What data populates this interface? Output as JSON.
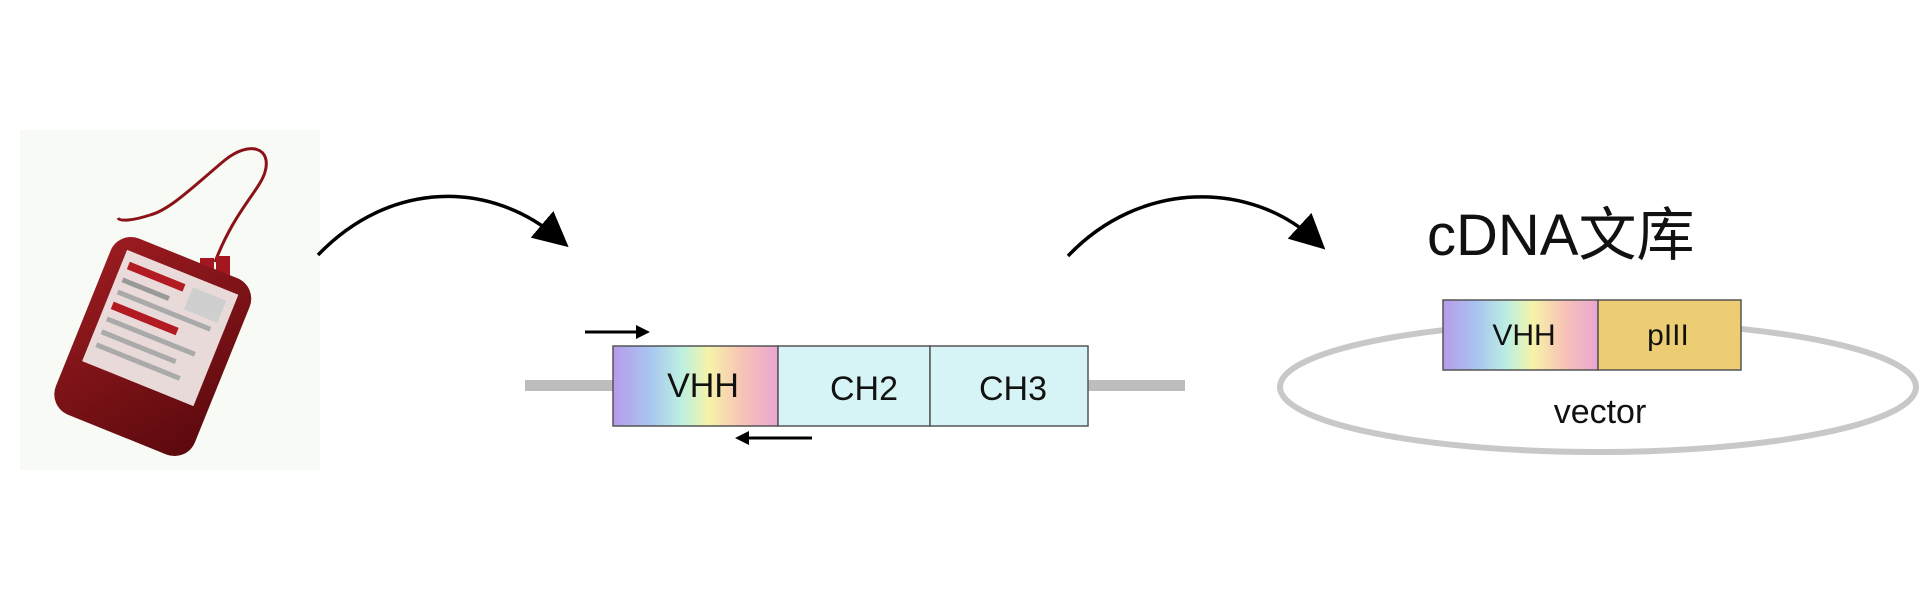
{
  "gene_construct": {
    "segments": [
      {
        "label": "VHH",
        "fill": "rainbow"
      },
      {
        "label": "CH2",
        "fill": "#d6f3f5"
      },
      {
        "label": "CH3",
        "fill": "#d6f3f5"
      }
    ]
  },
  "library": {
    "title": "cDNA文库",
    "segments": [
      {
        "label": "VHH",
        "fill": "rainbow"
      },
      {
        "label": "pIII",
        "fill": "#eccd73"
      }
    ],
    "plasmid_label": "vector"
  },
  "colors": {
    "backbone": "#bdbdbd",
    "blood": "#7a0f14",
    "arrow": "#000000",
    "box_border": "#555555"
  },
  "icons": [
    "blood-bag-icon",
    "process-arrow-icon",
    "forward-primer-icon",
    "reverse-primer-icon",
    "plasmid-icon"
  ]
}
